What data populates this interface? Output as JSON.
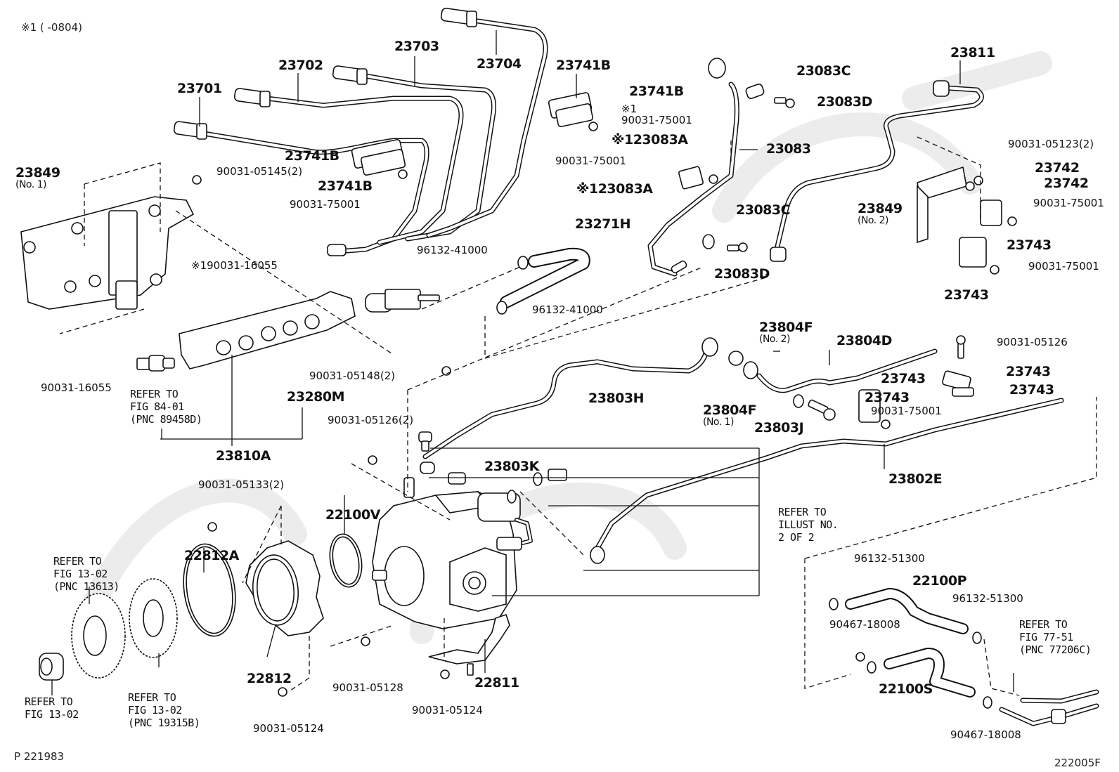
{
  "header": {
    "note": "※1 (      -0804)"
  },
  "footer": {
    "page_ref": "P 221983",
    "illustration_id": "222005F"
  },
  "labels": {
    "p23701": "23701",
    "p23702": "23702",
    "p23703": "23703",
    "p23704": "23704",
    "p23741b_top": "23741B",
    "p23741b_top2": "23741B",
    "p23741b_a": "23741B",
    "p23741b_b": "23741B",
    "p90031_75001_a": "90031-75001",
    "p90031_75001_b": "90031-75001",
    "p90031_75001_c": "※1\n90031-75001",
    "p23083a_a": "※123083A",
    "p23083a_b": "※123083A",
    "p23083c_a": "23083C",
    "p23083d_a": "23083D",
    "p23083": "23083",
    "p23083c_b": "23083C",
    "p23083d_b": "23083D",
    "p23811": "23811",
    "p90031_05123": "90031-05123(2)",
    "p23742_a": "23742",
    "p23742_b": "23742",
    "p23849_no2": "23849",
    "p23849_no2_sub": "(No. 2)",
    "p90031_75001_d": "90031-75001",
    "p23743_a": "23743",
    "p90031_75001_e": "90031-75001",
    "p23743_b": "23743",
    "p23849_no1": "23849",
    "p23849_no1_sub": "(No. 1)",
    "p90031_05145": "90031-05145(2)",
    "p90031_16055_a": "※190031-16055",
    "p90031_16055_b": "90031-16055",
    "p23271h": "23271H",
    "p96132_41000_a": "96132-41000",
    "p96132_41000_b": "96132-41000",
    "p90031_05148": "90031-05148(2)",
    "p23280m": "23280M",
    "p23810a": "23810A",
    "refer_84_01": "REFER TO\nFIG 84-01\n(PNC 89458D)",
    "p23804f_no2": "23804F",
    "p23804f_no2_sub": "(No. 2)",
    "p23804d": "23804D",
    "p90031_05126_a": "90031-05126",
    "p23743_c": "23743",
    "p23743_d": "23743",
    "p23743_e": "23743",
    "p23743_f": "23743",
    "p90031_75001_f": "90031-75001",
    "p23803h": "23803H",
    "p23804f_no1": "23804F",
    "p23804f_no1_sub": "(No. 1)",
    "p23803j": "23803J",
    "p23802e": "23802E",
    "p90031_05126_b": "90031-05126(2)",
    "p23803k": "23803K",
    "p90031_05133": "90031-05133(2)",
    "p22100v": "22100V",
    "p22812a": "22812A",
    "p22812": "22812",
    "refer_illust": "REFER TO\nILLUST NO.\n2 OF 2",
    "refer_13_02_a": "REFER TO\nFIG 13-02\n(PNC 13613)",
    "refer_13_02_b": "REFER TO\nFIG 13-02",
    "refer_13_02_c": "REFER TO\nFIG 13-02\n(PNC 19315B)",
    "p90031_05128": "90031-05128",
    "p90031_05124_a": "90031-05124",
    "p90031_05124_b": "90031-05124",
    "p22811": "22811",
    "p96132_51300_a": "96132-51300",
    "p96132_51300_b": "96132-51300",
    "p22100p": "22100P",
    "p90467_18008_a": "90467-18008",
    "p90467_18008_b": "90467-18008",
    "p22100s": "22100S",
    "refer_77_51": "REFER TO\nFIG 77-51\n(PNC 77206C)"
  }
}
